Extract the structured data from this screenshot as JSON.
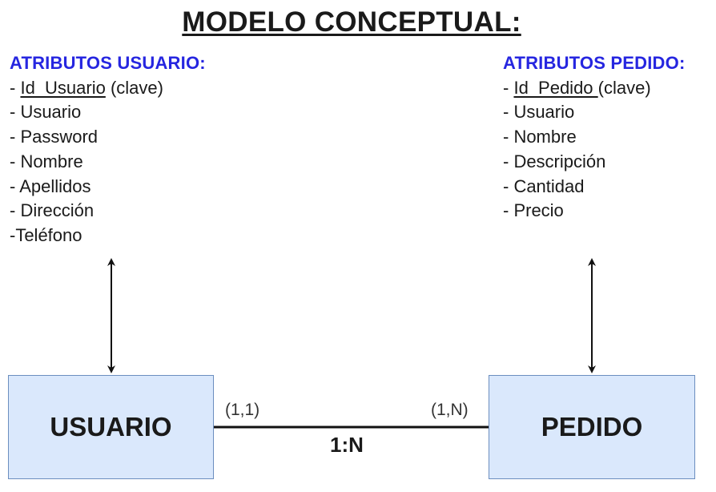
{
  "title": "MODELO CONCEPTUAL:",
  "usuario_attributes": {
    "heading": "ATRIBUTOS USUARIO:",
    "key": {
      "prefix": "- ",
      "name": "Id_Usuario",
      "suffix": " (clave)"
    },
    "items": [
      "- Usuario",
      "- Password",
      "- Nombre",
      "- Apellidos",
      "- Dirección",
      "-Teléfono"
    ]
  },
  "pedido_attributes": {
    "heading": "ATRIBUTOS PEDIDO:",
    "key": {
      "prefix": "- ",
      "name": "Id_Pedido ",
      "suffix": "(clave)"
    },
    "items": [
      "- Usuario",
      "- Nombre",
      "- Descripción",
      "- Cantidad",
      "- Precio"
    ]
  },
  "entities": {
    "usuario": "USUARIO",
    "pedido": "PEDIDO"
  },
  "relationship": {
    "label": "1:N",
    "cardinality_usuario": "(1,1)",
    "cardinality_pedido": "(1,N)"
  },
  "colors": {
    "entity_fill": "#dae8fc",
    "entity_border": "#6c8ebf",
    "heading_text": "#2626e0"
  }
}
